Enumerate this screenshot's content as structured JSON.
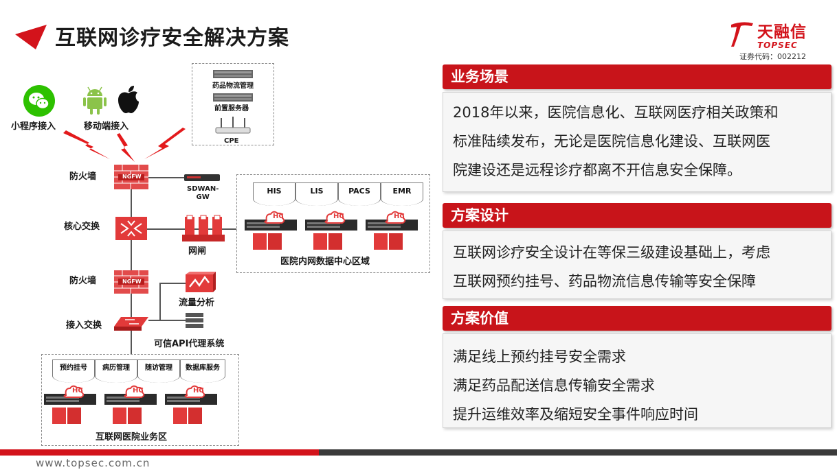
{
  "title": "互联网诊疗安全解决方案",
  "logo": {
    "name_cn": "天融信",
    "name_en": "TOPSEC",
    "stock_code": "证券代码：002212"
  },
  "panels": [
    {
      "heading": "业务场景",
      "lines": [
        "2018年以来，医院信息化、互联网医疗相关政策和",
        "标准陆续发布，无论是医院信息化建设、互联网医",
        "院建设还是远程诊疗都离不开信息安全保障。"
      ]
    },
    {
      "heading": "方案设计",
      "lines": [
        "互联网诊疗安全设计在等保三级建设基础上，考虑",
        "互联网预约挂号、药品物流信息传输等安全保障"
      ]
    },
    {
      "heading": "方案价值",
      "lines": [
        "满足线上预约挂号安全需求",
        "满足药品配送信息传输安全需求",
        "提升运维效率及缩短安全事件响应时间"
      ]
    }
  ],
  "diagram": {
    "miniprogram": "小程序接入",
    "mobile": "移动端接入",
    "firewall_top": "防火墙",
    "core_switch": "核心交换",
    "firewall_bottom": "防火墙",
    "access_switch": "接入交换",
    "ngfw_label": "NGFW",
    "sdwan": "SDWAN-\nGW",
    "gatekeeper": "网闸",
    "traffic": "流量分析",
    "api_proxy": "可信API代理系统",
    "top_box": {
      "items": [
        "药品物流管理",
        "前置服务器",
        "CPE"
      ]
    },
    "datacenter": {
      "title": "医院内网数据中心区域",
      "systems": [
        "HIS",
        "LIS",
        "PACS",
        "EMR"
      ]
    },
    "business": {
      "title": "互联网医院业务区",
      "systems": [
        "预约挂号",
        "病历管理",
        "随访管理",
        "数据库服务"
      ]
    },
    "hc_label": "HC"
  },
  "footer": {
    "url": "www.topsec.com.cn"
  },
  "colors": {
    "brand_red": "#d3131b",
    "panel_red": "#c8141a",
    "dark_bar": "#3a3a3a"
  }
}
